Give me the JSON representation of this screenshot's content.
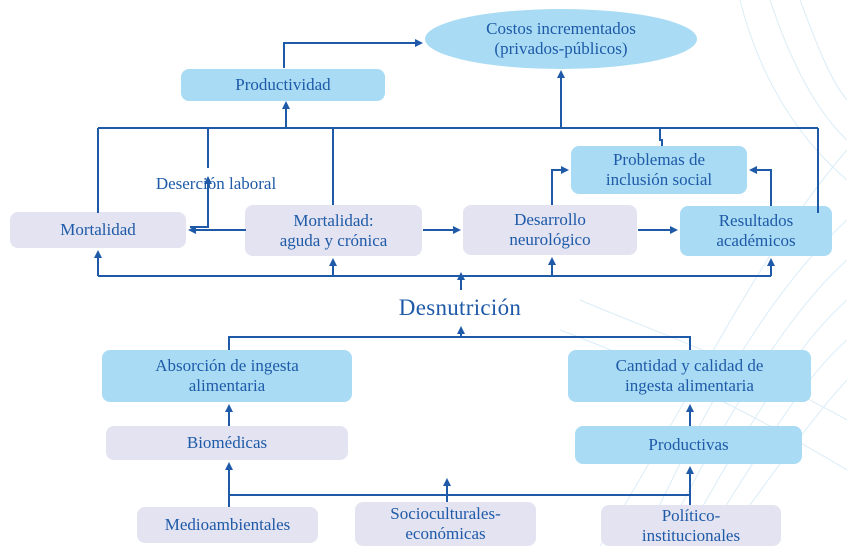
{
  "diagram": {
    "nodes": {
      "costos": "Costos incrementados\n(privados-públicos)",
      "productividad": "Productividad",
      "desercion": "Deserción laboral",
      "problemas": "Problemas de\ninclusión social",
      "mortalidad": "Mortalidad",
      "mortalidad_aguda": "Mortalidad:\naguda y crónica",
      "desarrollo": "Desarrollo\nneurológico",
      "resultados": "Resultados\nacadémicos",
      "desnutricion": "Desnutrición",
      "absorcion": "Absorción de ingesta\nalimentaria",
      "cantidad": "Cantidad y calidad de\ningesta alimentaria",
      "biomedicas": "Biomédicas",
      "productivas": "Productivas",
      "medioambientales": "Medioambientales",
      "socioculturales": "Socioculturales-\neconómicas",
      "politico": "Político-\ninstitucionales"
    },
    "colors": {
      "box_blue": "#a9dcf4",
      "box_lavender": "#e3e3f1",
      "text": "#1e5aa8",
      "line": "#1e5aa8",
      "watermark": "#cfe6f3"
    }
  }
}
